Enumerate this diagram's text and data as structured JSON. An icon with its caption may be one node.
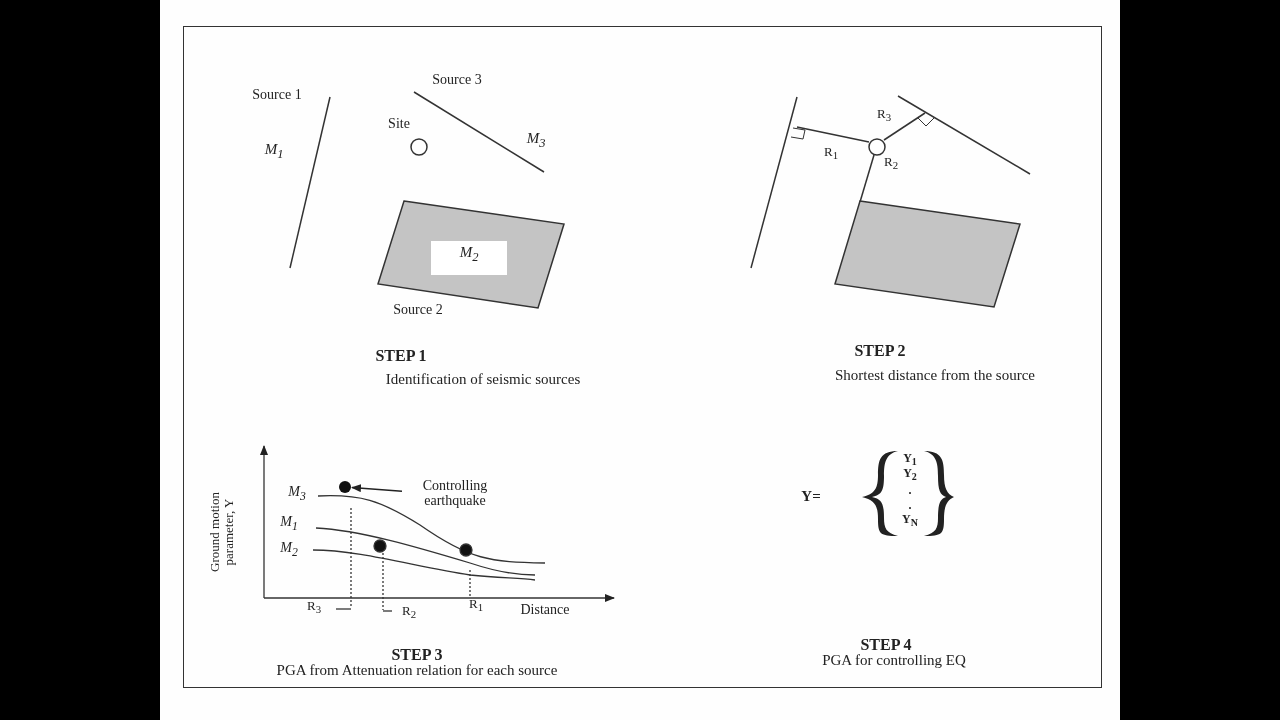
{
  "diagram": {
    "nodes": [
      {
        "text": [
          "Controlling earthquake"
        ]
      },
      {
        "text": [],
        "shape": "circle"
      }
    ],
    "edges": [
      {
        "from": 0,
        "to": 1,
        "arrow": "to"
      }
    ],
    "labels": [
      "Source 1",
      "Source 3",
      "Site",
      "M$_{1}$",
      "M$_{3}$",
      "M$_{2}$",
      "Source 2",
      "STEP 1",
      "Identification of seismic sources",
      "R$_{3}$",
      "R$_{1}$",
      "R$_{2}$",
      "STEP 2",
      "Shortest distance from the source",
      "Ground motion parameter, Y",
      "M$_{3}$",
      "M$_{1}$",
      "M$_{2}$",
      "R$_{3}$",
      "R$_{2}$",
      "R$_{1}$",
      "Distance",
      "STEP 3",
      "PGA from Attenuation relation for each source",
      "Y=",
      "Y$_{1}$",
      "Y$_{2}$",
      ".",
      ".",
      "Y$_{N}$",
      "STEP 4",
      "PGA for controlling EQ"
    ]
  }
}
